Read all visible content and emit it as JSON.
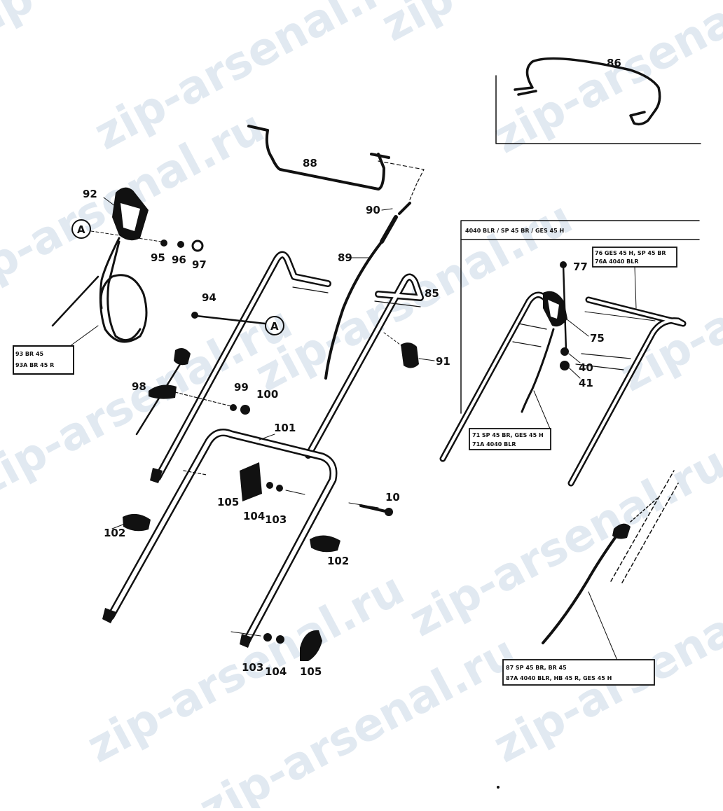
{
  "watermark": {
    "text": "zip-arsenal.ru",
    "color": "#c9d8e6"
  },
  "callouts": {
    "c10": "10",
    "c40": "40",
    "c41": "41",
    "c75": "75",
    "c77": "77",
    "c85": "85",
    "c86": "86",
    "c88": "88",
    "c89": "89",
    "c90": "90",
    "c91": "91",
    "c92": "92",
    "c94": "94",
    "c95": "95",
    "c96": "96",
    "c97": "97",
    "c98": "98",
    "c99": "99",
    "c100": "100",
    "c101": "101",
    "c102a": "102",
    "c102b": "102",
    "c103a": "103",
    "c103b": "103",
    "c104a": "104",
    "c104b": "104",
    "c105a": "105",
    "c105b": "105",
    "markerA1": "A",
    "markerA2": "A"
  },
  "boxes": {
    "cable93": {
      "line1": "93  BR 45",
      "line2": "93A  BR 45 R"
    },
    "variant_header": "4040 BLR / SP 45 BR / GES 45 H",
    "handle76": {
      "line1": "76  GES 45 H, SP 45 BR",
      "line2": "76A  4040 BLR"
    },
    "cable71": {
      "line1": "71  SP 45 BR, GES 45 H",
      "line2": "71A  4040 BLR"
    },
    "cable87": {
      "line1": "87  SP 45 BR, BR 45",
      "line2": "87A  4040 BLR, HB 45 R, GES 45 H"
    }
  }
}
